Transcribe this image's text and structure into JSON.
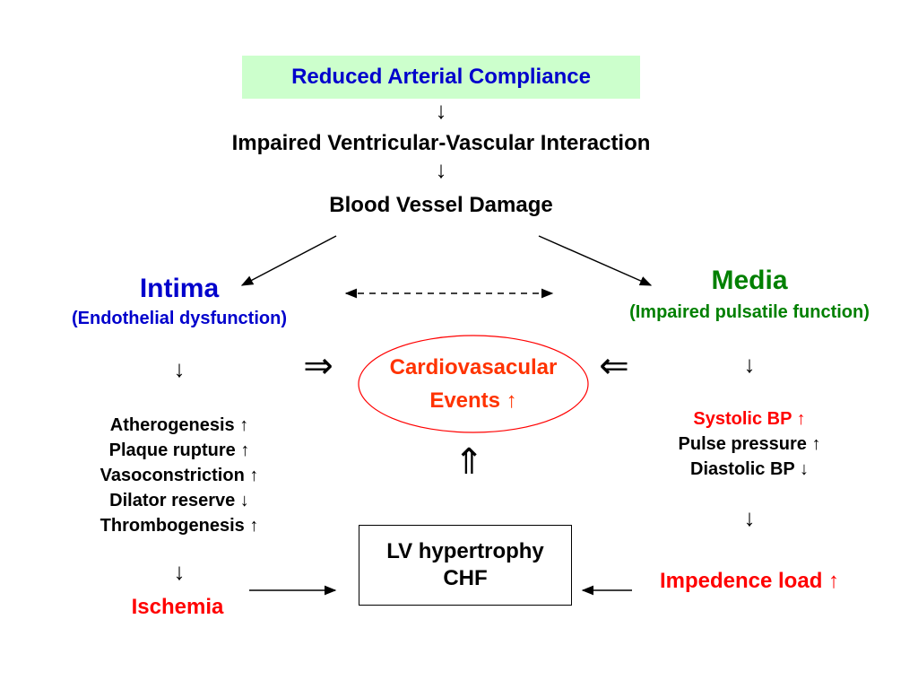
{
  "top": {
    "compliance": "Reduced Arterial Compliance",
    "interaction": "Impaired Ventricular-Vascular Interaction",
    "damage": "Blood Vessel Damage",
    "down_arrow": "↓"
  },
  "intima": {
    "title": "Intima",
    "subtitle": "(Endothelial dysfunction)",
    "down_arrow": "↓",
    "effects": [
      "Atherogenesis ↑",
      "Plaque rupture ↑",
      "Vasoconstriction ↑",
      "Dilator reserve ↓",
      "Thrombogenesis ↑"
    ],
    "down_arrow_2": "↓",
    "outcome": "Ischemia"
  },
  "media": {
    "title": "Media",
    "subtitle": "(Impaired pulsatile function)",
    "down_arrow": "↓",
    "effect_1": "Systolic BP ↑",
    "effect_2": "Pulse pressure ↑",
    "effect_3": "Diastolic BP ↓",
    "down_arrow_2": "↓",
    "outcome": "Impedence load ↑"
  },
  "center": {
    "events_line1": "Cardiovasacular",
    "events_line2": "Events ↑",
    "arrow_right": "⇒",
    "arrow_left": "⇐",
    "arrow_up": "⇑"
  },
  "lv_box": {
    "line1": "LV hypertrophy",
    "line2": "CHF"
  },
  "colors": {
    "blue": "#0000cc",
    "green": "#008000",
    "red": "#ff0000",
    "box_fill": "#ccffcc"
  }
}
